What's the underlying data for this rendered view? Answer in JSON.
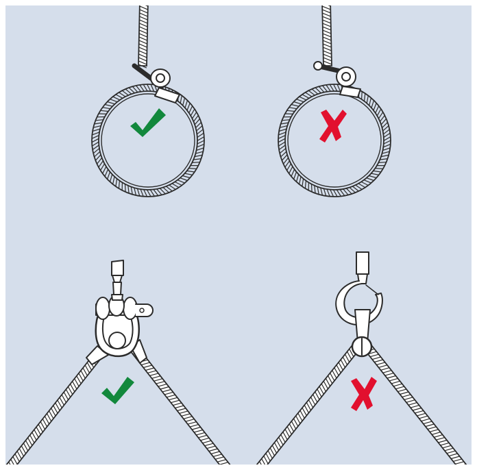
{
  "colors": {
    "background": "#d5deeb",
    "border": "#ffffff",
    "rope_stroke": "#2b2b2b",
    "rope_fill": "#ffffff",
    "correct": "#12883c",
    "incorrect": "#e2102e"
  },
  "panels": [
    {
      "id": "sling-eye-correct",
      "verdict": "correct",
      "icon": "check-icon"
    },
    {
      "id": "sling-eye-incorrect",
      "verdict": "incorrect",
      "icon": "cross-icon"
    },
    {
      "id": "shackle-bridle-correct",
      "verdict": "correct",
      "icon": "check-icon"
    },
    {
      "id": "hook-bridle-incorrect",
      "verdict": "incorrect",
      "icon": "cross-icon"
    }
  ]
}
